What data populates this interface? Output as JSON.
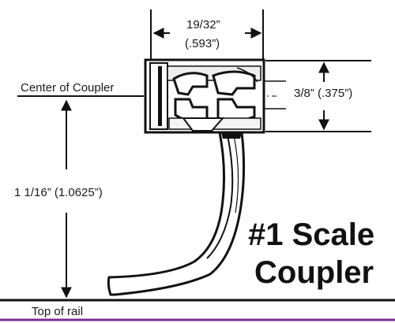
{
  "labels": {
    "width_fraction": "19/32”",
    "width_decimal": "(.593”)",
    "center_of_coupler": "Center of Coupler",
    "height_dim": "3/8” (.375”)",
    "rail_height": "1 1/16” (1.0625”)",
    "top_of_rail": "Top of rail"
  },
  "title": {
    "line1": "#1 Scale",
    "line2": "Coupler"
  },
  "colors": {
    "ink": "#111111",
    "bottom_rule": "#7b2d8e"
  }
}
